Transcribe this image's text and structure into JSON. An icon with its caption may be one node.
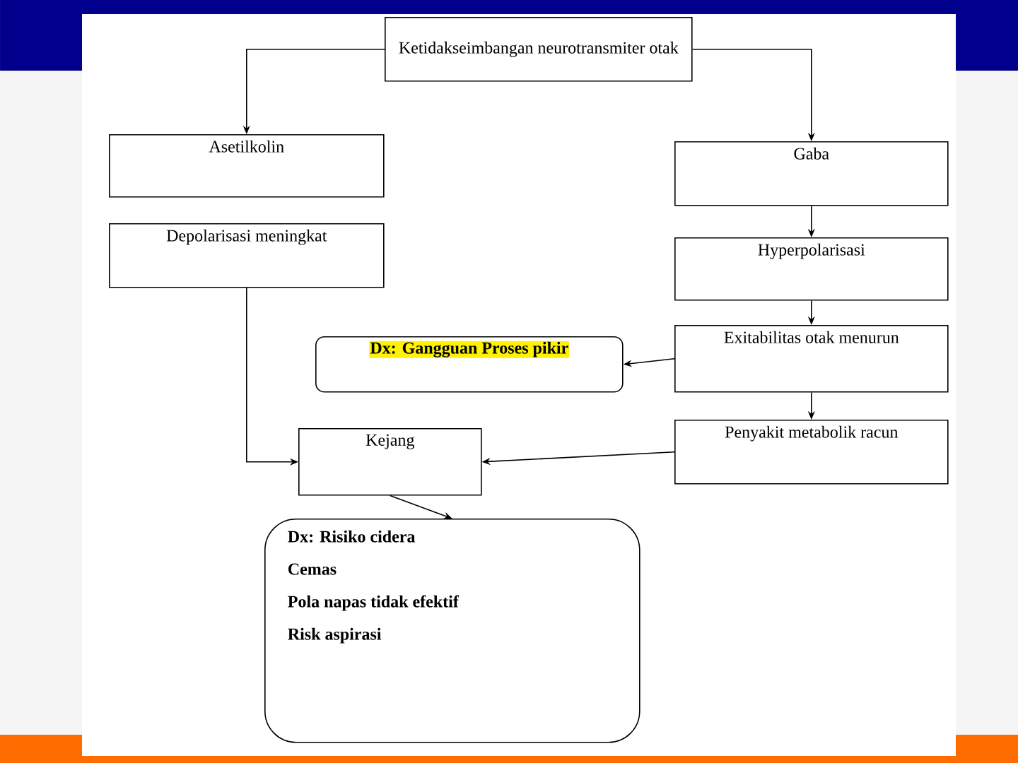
{
  "diagram": {
    "nodes": [
      {
        "text": [
          "Ketidakseimbangan neurotransmiter otak"
        ]
      },
      {
        "text": [
          "Asetilkolin"
        ]
      },
      {
        "text": [
          "Gaba"
        ]
      },
      {
        "text": [
          "Depolarisasi meningkat"
        ]
      },
      {
        "text": [
          "Hyperpolarisasi"
        ]
      },
      {
        "text": [
          "Dx: Gangguan Proses pikir"
        ]
      },
      {
        "text": [
          "Exitabilitas otak menurun"
        ]
      },
      {
        "text": [
          "Penyakit metabolik racun"
        ]
      },
      {
        "text": [
          "Kejang"
        ]
      },
      {
        "text": [
          "Dx: Risiko cidera",
          "Cemas",
          "Pola napas tidak efektif",
          "Risk aspirasi"
        ]
      }
    ],
    "edges": [
      {
        "from": 0,
        "to": 1,
        "arrow": "to"
      },
      {
        "from": 0,
        "to": 2,
        "arrow": "to"
      },
      {
        "from": 2,
        "to": 4,
        "arrow": "to"
      },
      {
        "from": 4,
        "to": 6,
        "arrow": "to"
      },
      {
        "from": 6,
        "to": 5,
        "arrow": "to"
      },
      {
        "from": 6,
        "to": 7,
        "arrow": "to"
      },
      {
        "from": 3,
        "to": 8,
        "arrow": "to"
      },
      {
        "from": 7,
        "to": 8,
        "arrow": "to"
      },
      {
        "from": 8,
        "to": 9,
        "arrow": "to"
      }
    ]
  }
}
